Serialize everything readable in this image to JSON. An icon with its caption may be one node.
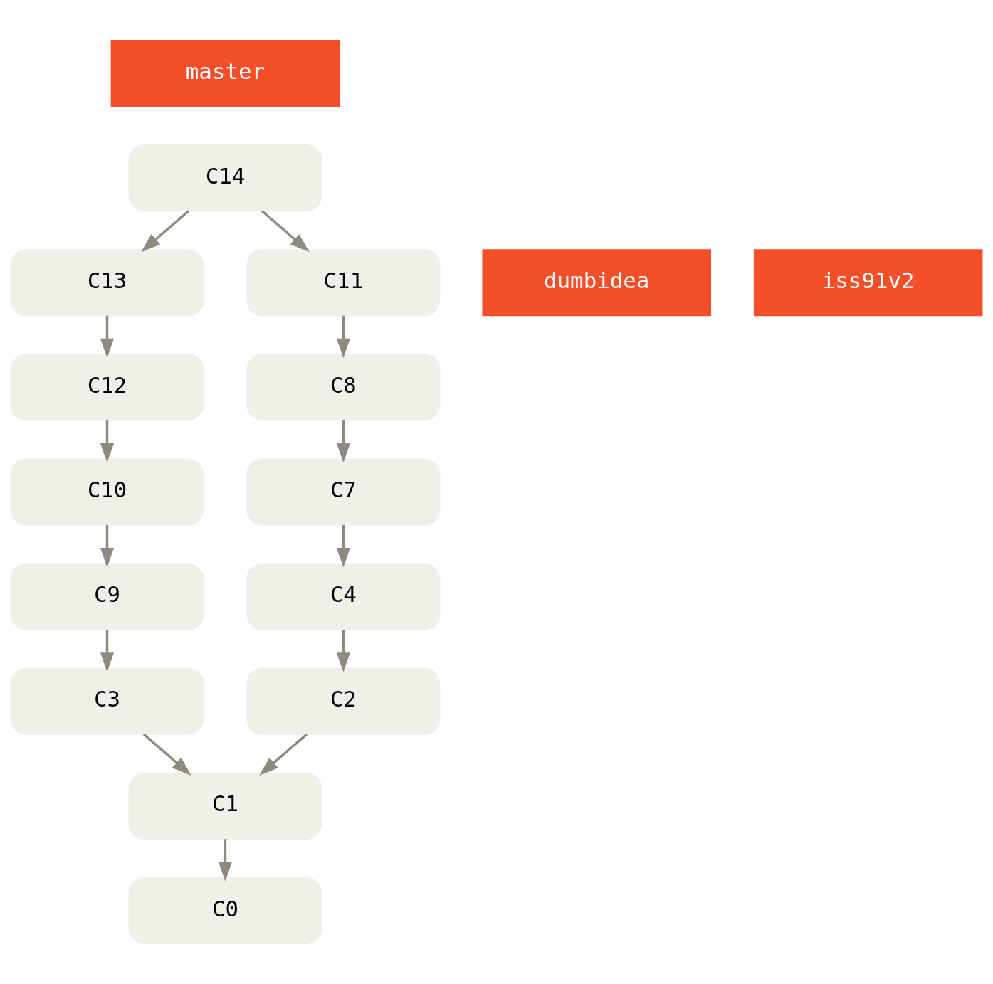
{
  "diagram": {
    "nodes": [
      {
        "text": [
          "master"
        ]
      },
      {
        "text": [
          "C14"
        ]
      },
      {
        "text": [
          "dumbidea"
        ]
      },
      {
        "text": [
          "C13"
        ]
      },
      {
        "text": [
          "C11"
        ]
      },
      {
        "text": [
          "iss91v2"
        ]
      },
      {
        "text": [
          "C12"
        ]
      },
      {
        "text": [
          "C8"
        ]
      },
      {
        "text": [
          "C10"
        ]
      },
      {
        "text": [
          "C7"
        ]
      },
      {
        "text": [
          "C9"
        ]
      },
      {
        "text": [
          "C4"
        ]
      },
      {
        "text": [
          "C3"
        ]
      },
      {
        "text": [
          "C2"
        ]
      },
      {
        "text": [
          "C1"
        ]
      },
      {
        "text": [
          "C0"
        ]
      }
    ],
    "edges": [
      {
        "from": 1,
        "to": 3,
        "arrow": "to"
      },
      {
        "from": 1,
        "to": 4,
        "arrow": "to"
      },
      {
        "from": 3,
        "to": 6,
        "arrow": "to"
      },
      {
        "from": 4,
        "to": 7,
        "arrow": "to"
      },
      {
        "from": 6,
        "to": 8,
        "arrow": "to"
      },
      {
        "from": 7,
        "to": 9,
        "arrow": "to"
      },
      {
        "from": 8,
        "to": 10,
        "arrow": "to"
      },
      {
        "from": 9,
        "to": 11,
        "arrow": "to"
      },
      {
        "from": 10,
        "to": 12,
        "arrow": "to"
      },
      {
        "from": 11,
        "to": 13,
        "arrow": "to"
      },
      {
        "from": 12,
        "to": 14,
        "arrow": "to"
      },
      {
        "from": 13,
        "to": 14,
        "arrow": "to"
      },
      {
        "from": 14,
        "to": 15,
        "arrow": "to"
      }
    ]
  }
}
